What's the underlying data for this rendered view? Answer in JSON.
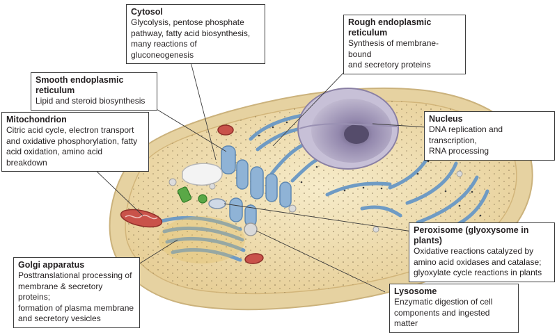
{
  "labels": {
    "cytosol": {
      "title": "Cytosol",
      "description": "Glycolysis, pentose phosphate\npathway, fatty acid biosynthesis,\nmany reactions of gluconeogenesis"
    },
    "rough_er": {
      "title": "Rough endoplasmic reticulum",
      "description": "Synthesis of membrane-bound\nand secretory proteins"
    },
    "smooth_er": {
      "title": "Smooth endoplasmic reticulum",
      "description": "Lipid and steroid biosynthesis"
    },
    "mitochondrion": {
      "title": "Mitochondrion",
      "description": "Citric acid cycle, electron transport\nand oxidative phosphorylation, fatty\nacid oxidation, amino acid breakdown"
    },
    "nucleus": {
      "title": "Nucleus",
      "description": "DNA replication and transcription,\nRNA processing"
    },
    "peroxisome": {
      "title": "Peroxisome (glyoxysome in plants)",
      "description": "Oxidative reactions catalyzed by\namino acid oxidases and catalase;\nglyoxylate cycle reactions in plants"
    },
    "golgi": {
      "title": "Golgi apparatus",
      "description": "Posttranslational processing of\nmembrane & secretory proteins;\nformation of plasma membrane\nand secretory vesicles"
    },
    "lysosome": {
      "title": "Lysosome",
      "description": "Enzymatic digestion of cell\ncomponents and ingested matter"
    }
  },
  "colors": {
    "cytoplasm": "#efe0b4",
    "cell_wall_outer": "#ead6a6",
    "membrane_blue": "#6f9bc4",
    "nucleus": "#a49ab7",
    "mitochondrion": "#c9524a",
    "chloroplast_green": "#5aa847",
    "leader_line": "#3a3a3a"
  }
}
